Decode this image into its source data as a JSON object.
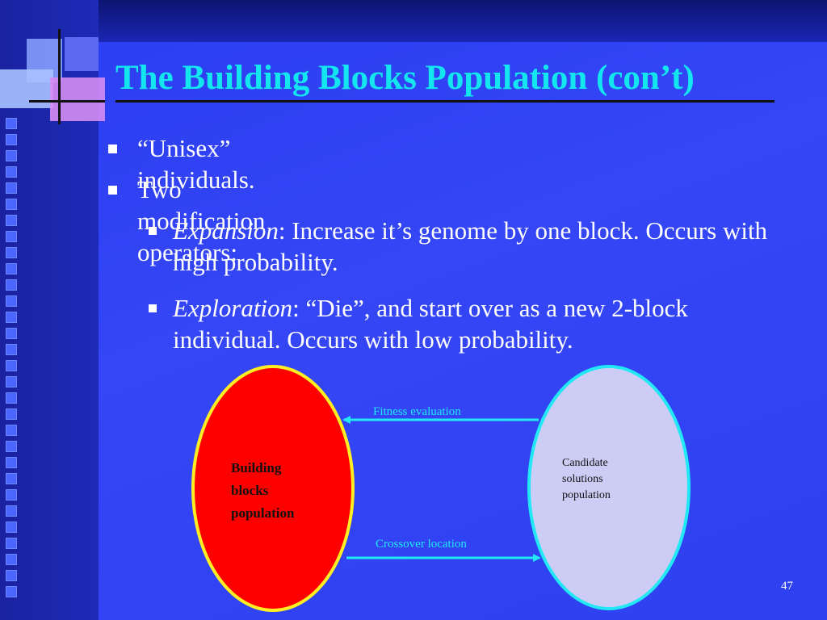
{
  "slide": {
    "title": "The Building Blocks Population (con’t)",
    "bullets": [
      {
        "text": "“Unisex” individuals."
      },
      {
        "text": "Two modification operators:"
      }
    ],
    "sub_bullets": [
      {
        "term": "Expansion",
        "text": ": Increase it’s genome by one block. Occurs with high probability."
      },
      {
        "term": "Exploration",
        "text": ": “Die”, and start over as a new 2-block individual. Occurs with low probability."
      }
    ],
    "page_number": "47"
  },
  "diagram": {
    "left_ellipse_label_lines": [
      "Building",
      "blocks",
      "population"
    ],
    "right_ellipse_label_lines": [
      "Candidate",
      "solutions",
      "population"
    ],
    "arrow_top_label": "Fitness evaluation",
    "arrow_bottom_label": "Crossover location",
    "colors": {
      "left_fill": "#ff0000",
      "left_border": "#ffee22",
      "right_fill": "#ccccf4",
      "right_border": "#22e8f5",
      "arrow": "#22e8f5",
      "title": "#14e6f0"
    }
  }
}
